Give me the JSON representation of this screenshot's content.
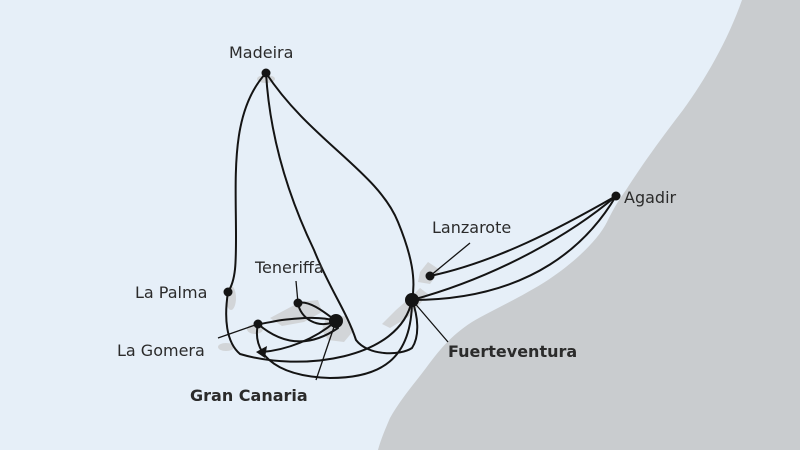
{
  "map": {
    "colors": {
      "sea": "#e6eff8",
      "land": "#c9cccf",
      "island": "#d2d5d8",
      "route": "#141414"
    },
    "ports": [
      {
        "id": "madeira",
        "label": "Madeira",
        "major": false
      },
      {
        "id": "agadir",
        "label": "Agadir",
        "major": false
      },
      {
        "id": "lanzarote",
        "label": "Lanzarote",
        "major": false
      },
      {
        "id": "teneriffa",
        "label": "Teneriffa",
        "major": false
      },
      {
        "id": "la-palma",
        "label": "La Palma",
        "major": false
      },
      {
        "id": "la-gomera",
        "label": "La Gomera",
        "major": false
      },
      {
        "id": "fuerteventura",
        "label": "Fuerteventura",
        "major": true
      },
      {
        "id": "gran-canaria",
        "label": "Gran Canaria",
        "major": true
      }
    ]
  }
}
